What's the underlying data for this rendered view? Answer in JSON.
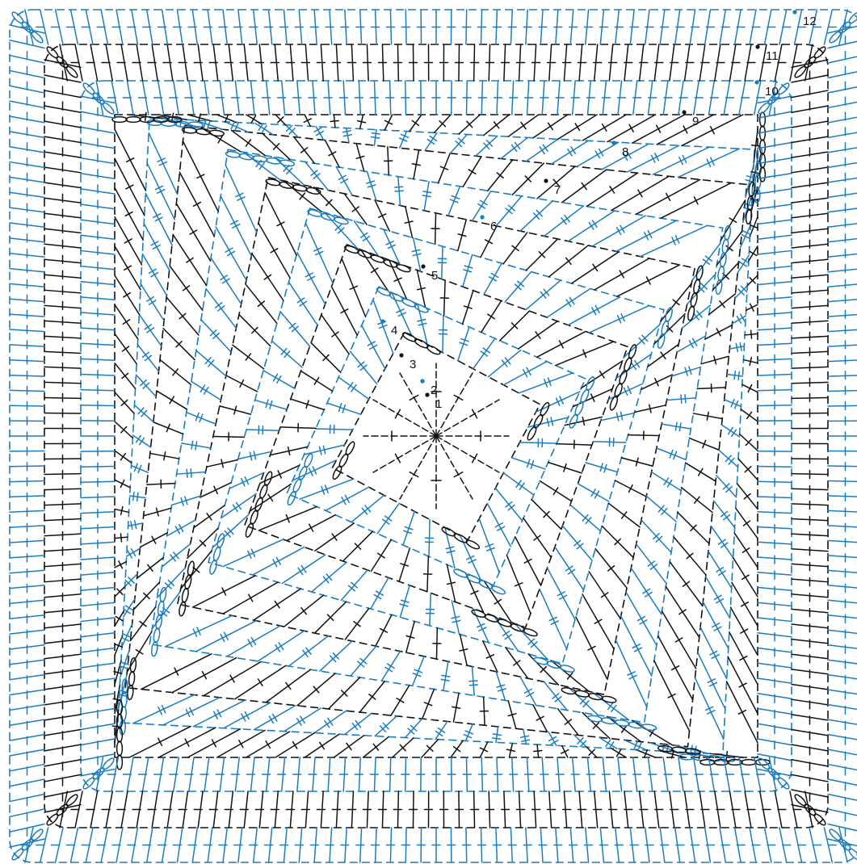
{
  "diagram": {
    "type": "crochet-stitch-chart",
    "pattern": "spiral-square",
    "colors": {
      "black_rounds": "#111111",
      "blue_rounds": "#1a7cc0",
      "background": "#ffffff"
    },
    "stitch_symbols": [
      "chain",
      "slip-stitch",
      "single-crochet",
      "half-double-crochet",
      "double-crochet",
      "treble-crochet"
    ],
    "round_labels": [
      "1",
      "2",
      "3",
      "4",
      "5",
      "6",
      "7",
      "8",
      "9",
      "10",
      "11",
      "12"
    ]
  }
}
